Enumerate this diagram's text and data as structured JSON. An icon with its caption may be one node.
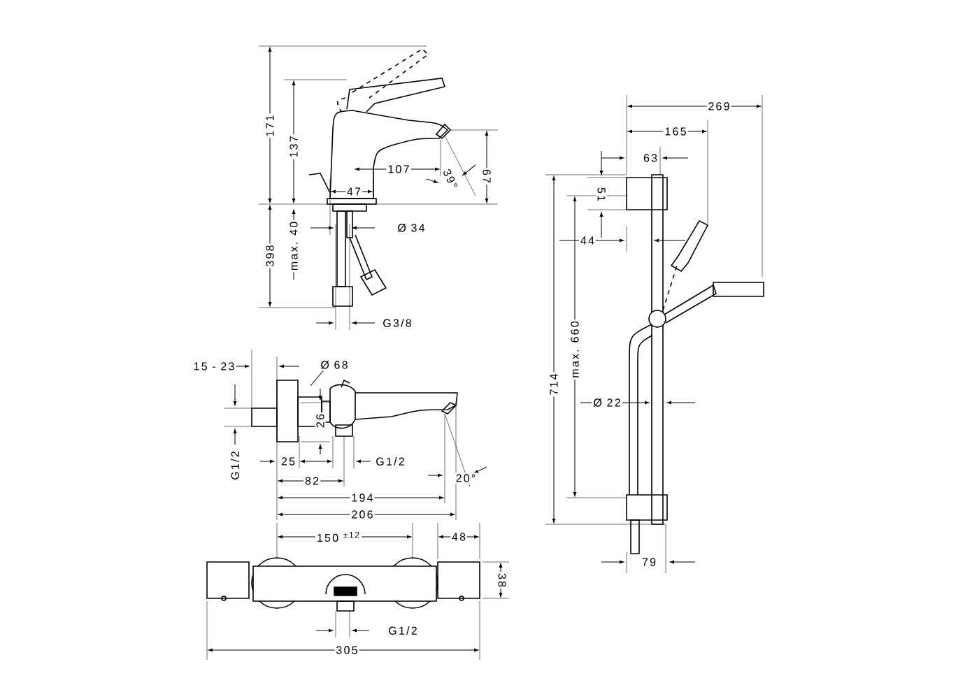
{
  "diagram": {
    "labels": [
      "171",
      "137",
      "107",
      "39°",
      "67",
      "47",
      "398",
      "max. 40",
      "Ø 34",
      "G3/8",
      "269",
      "165",
      "63",
      "51",
      "44",
      "714",
      "max. 660",
      "Ø 22",
      "79",
      "15 - 23",
      "Ø 68",
      "26",
      "G1/2",
      "25",
      "G1/2",
      "82",
      "20°",
      "194",
      "206",
      "150 $^{±12}$",
      "48",
      "38",
      "G1/2",
      "305"
    ]
  }
}
